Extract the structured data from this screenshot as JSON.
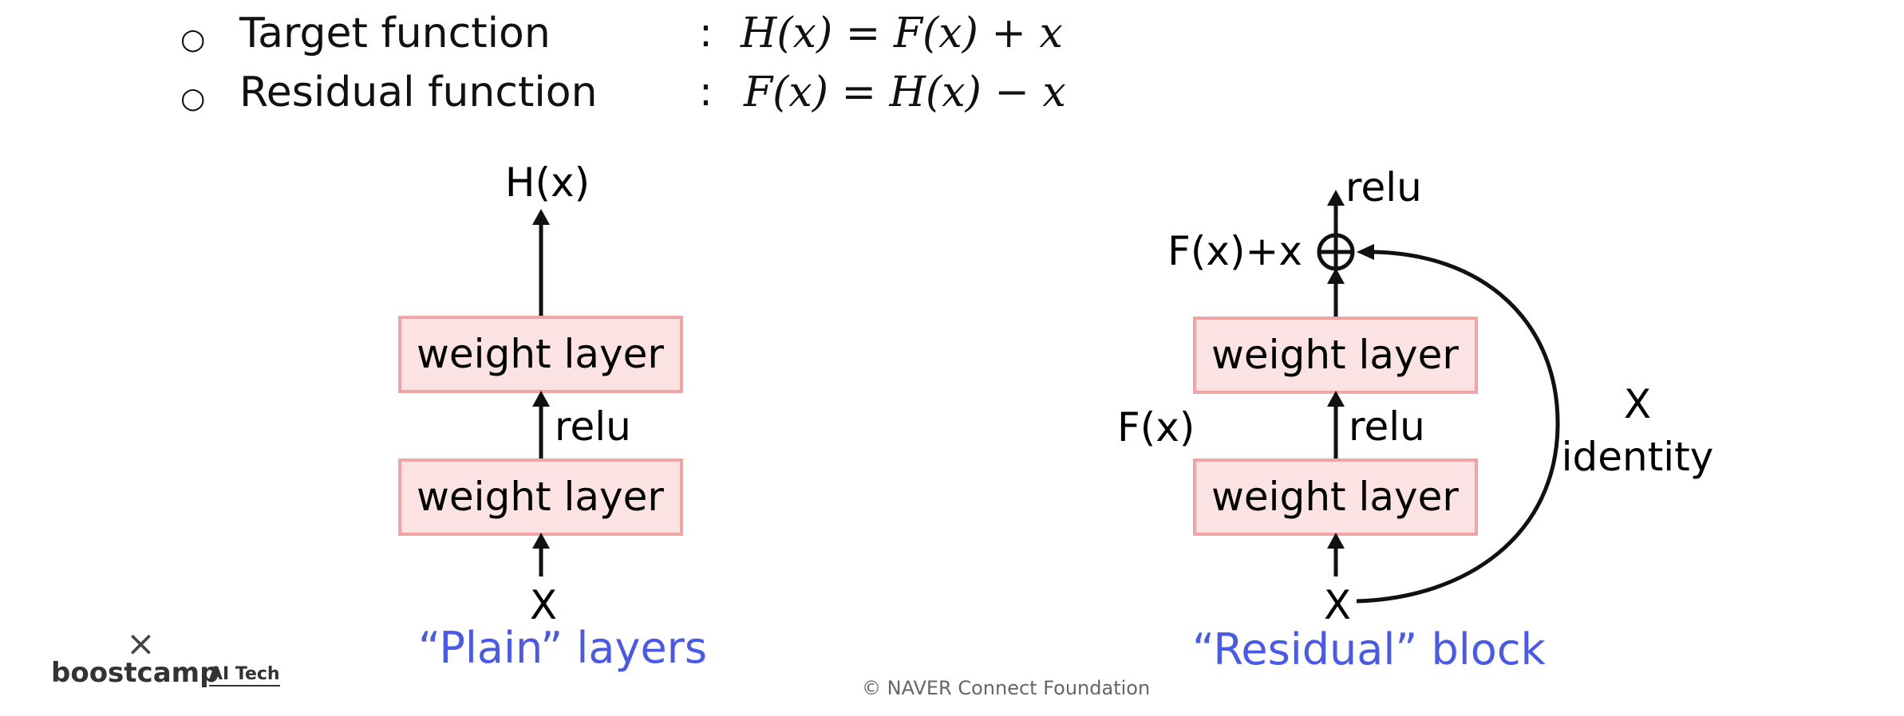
{
  "definitions": [
    {
      "bullet": "○",
      "label": "Target function",
      "colon": ":",
      "equation": "H(x) = F(x) + x"
    },
    {
      "bullet": "○",
      "label": "Residual function",
      "colon": ":",
      "equation": "F(x) = H(x) − x"
    }
  ],
  "plain": {
    "output_label": "H(x)",
    "layer1_label": "weight layer",
    "layer2_label": "weight layer",
    "relu_label": "relu",
    "input_label": "X",
    "caption": "“Plain” layers"
  },
  "residual": {
    "top_relu_label": "relu",
    "sum_label": "F(x)+x",
    "layer1_label": "weight layer",
    "layer2_label": "weight layer",
    "relu_label": "relu",
    "fx_label": "F(x)",
    "input_label": "X",
    "identity_x_label": "X",
    "identity_label": "identity",
    "caption": "“Residual” block"
  },
  "footer": {
    "copyright": "© NAVER Connect Foundation"
  },
  "logo": {
    "mark": "×",
    "name": "boostcamp",
    "sub": "AI Tech"
  },
  "colors": {
    "box_fill": "#fbe3e3",
    "box_stroke": "#f0a4a4",
    "caption": "#4a5ae8",
    "line": "#111111"
  }
}
